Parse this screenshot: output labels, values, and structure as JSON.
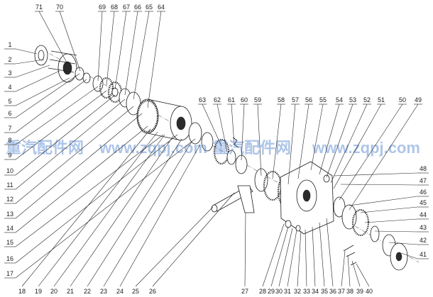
{
  "diagram": {
    "watermark": {
      "left": "重汽配件网",
      "middle": "www.zqpj.com",
      "right": "重汽配件网",
      "far_right": "www.zqpj.com"
    },
    "callouts": {
      "top": [
        "71",
        "70",
        "69",
        "68",
        "67",
        "66",
        "65",
        "64",
        "63",
        "62",
        "61",
        "60",
        "59",
        "58",
        "57",
        "56",
        "55",
        "54",
        "53",
        "52",
        "51",
        "50",
        "49"
      ],
      "left": [
        "1",
        "2",
        "3",
        "4",
        "5",
        "6",
        "7",
        "8",
        "9",
        "10",
        "11",
        "12",
        "13",
        "14",
        "15",
        "16",
        "17"
      ],
      "bottom": [
        "18",
        "19",
        "20",
        "21",
        "22",
        "23",
        "24",
        "25",
        "26",
        "27",
        "28",
        "29",
        "30",
        "31",
        "32",
        "33",
        "34",
        "35",
        "36",
        "37",
        "38",
        "39",
        "40"
      ],
      "right": [
        "48",
        "47",
        "46",
        "45",
        "44",
        "43",
        "42",
        "41"
      ]
    }
  }
}
